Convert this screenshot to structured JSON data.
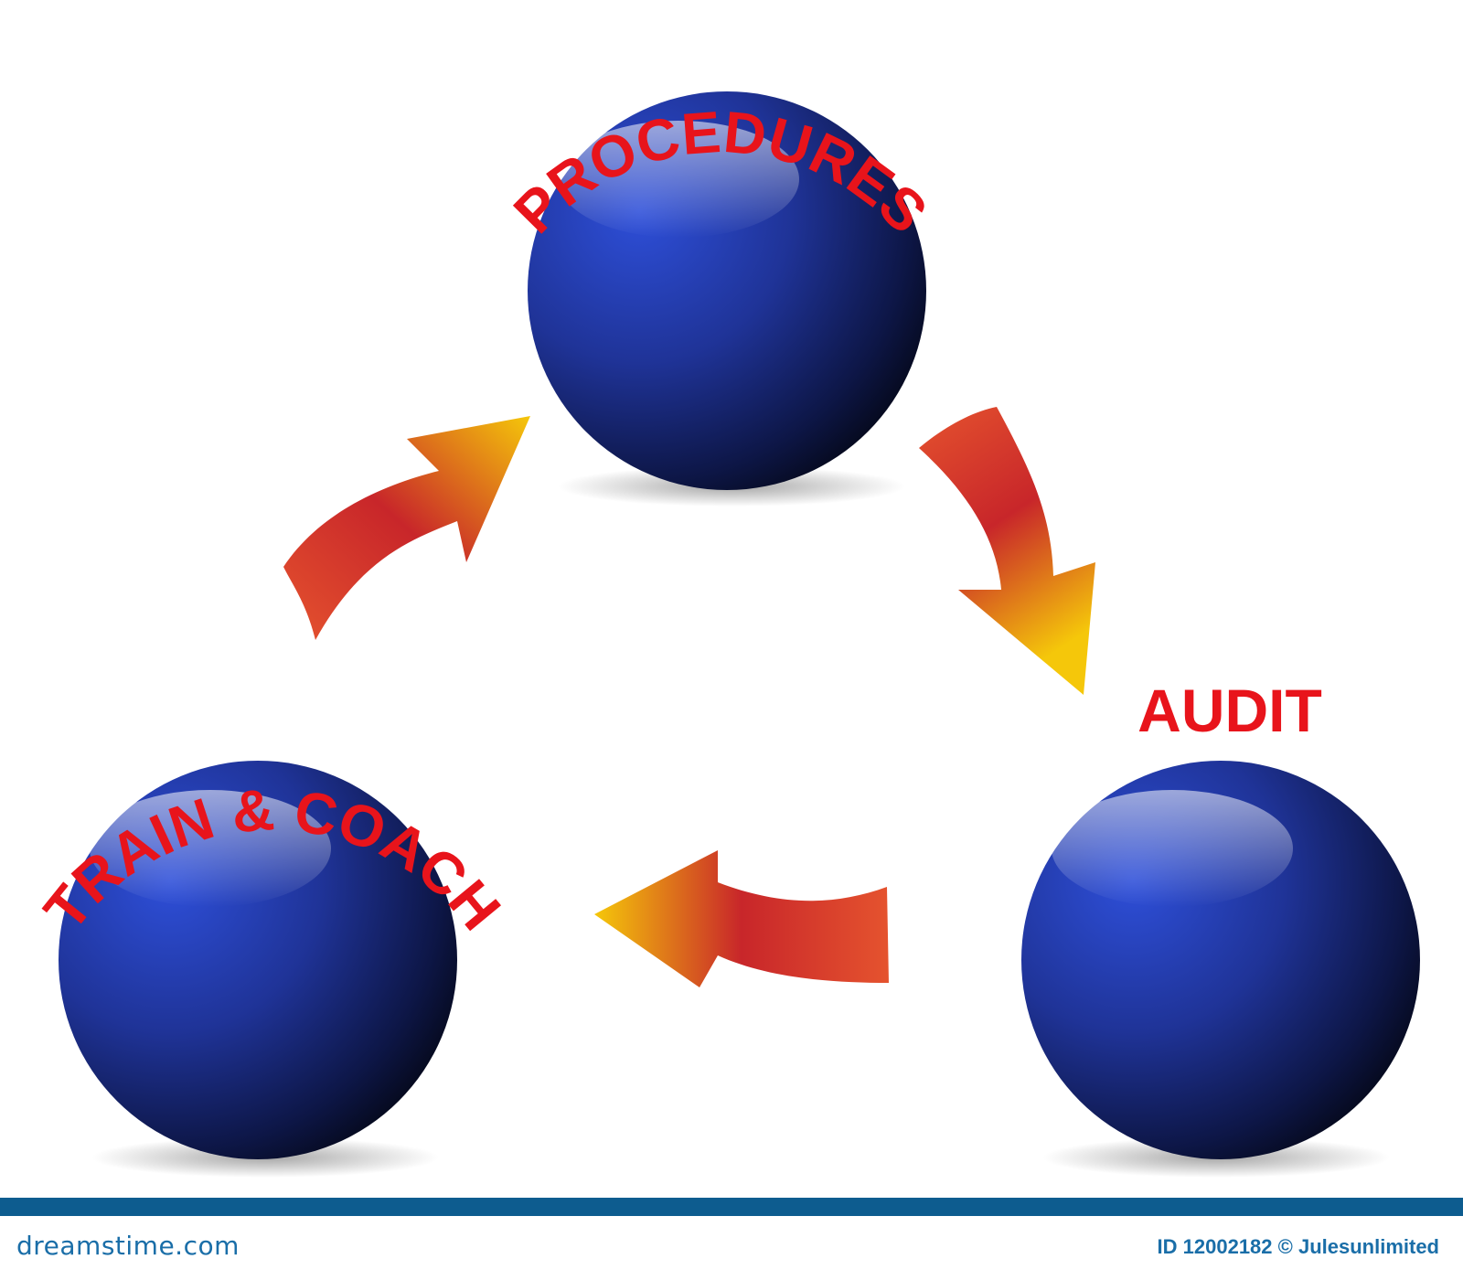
{
  "diagram": {
    "nodes": [
      {
        "id": "procedures",
        "label": "PROCEDURES"
      },
      {
        "id": "audit",
        "label": "AUDIT"
      },
      {
        "id": "train",
        "label": "TRAIN & COACH"
      }
    ],
    "edges": [
      {
        "from": "procedures",
        "to": "audit"
      },
      {
        "from": "audit",
        "to": "train"
      },
      {
        "from": "train",
        "to": "procedures"
      }
    ],
    "colors": {
      "node": "#2a45c8",
      "node_dark": "#060a1c",
      "label": "#e8141b",
      "arrow_start": "#e5532e",
      "arrow_mid": "#c8262a",
      "arrow_end": "#f5c70a"
    }
  },
  "footer": {
    "brand": "dreamstime.com",
    "credit": "ID 12002182 © Julesunlimited"
  }
}
